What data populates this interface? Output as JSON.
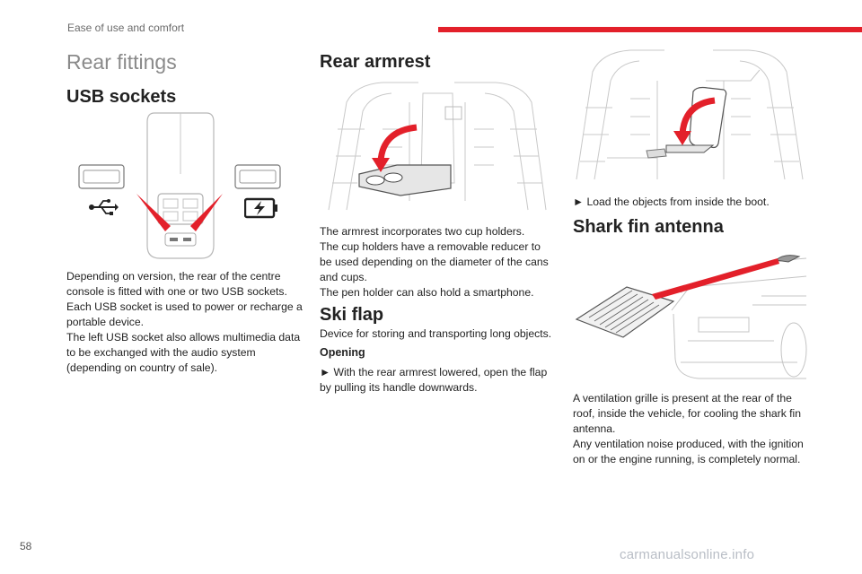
{
  "header": {
    "section": "Ease of use and comfort"
  },
  "colors": {
    "accent": "#e3202a",
    "heading_grey": "#8a8a8a"
  },
  "page_title": "Rear fittings",
  "usb": {
    "heading": "USB sockets",
    "icons": [
      "usb-icon",
      "battery-charging-icon"
    ],
    "paragraphs": [
      "Depending on version, the rear of the centre console is fitted with one or two USB sockets.",
      "Each USB socket is used to power or recharge a portable device.",
      "The left USB socket also allows multimedia data to be exchanged with the audio system (depending on country of sale)."
    ]
  },
  "armrest": {
    "heading": "Rear armrest",
    "paragraphs": [
      "The armrest incorporates two cup holders.",
      "The cup holders have a removable reducer to be used depending on the diameter of the cans and cups.",
      "The pen holder can also hold a smartphone."
    ]
  },
  "ski_flap": {
    "heading": "Ski flap",
    "intro": "Device for storing and transporting long objects.",
    "opening_heading": "Opening",
    "step1": "► With the rear armrest lowered, open the flap by pulling its handle downwards.",
    "step2": "► Load the objects from inside the boot."
  },
  "antenna": {
    "heading": "Shark fin antenna",
    "paragraphs": [
      "A ventilation grille is present at the rear of the roof, inside the vehicle, for cooling the shark fin antenna.",
      "Any ventilation noise produced, with the ignition on or the engine running, is completely normal."
    ]
  },
  "footer": {
    "page_number": "58",
    "watermark": "carmanualsonline.info"
  }
}
